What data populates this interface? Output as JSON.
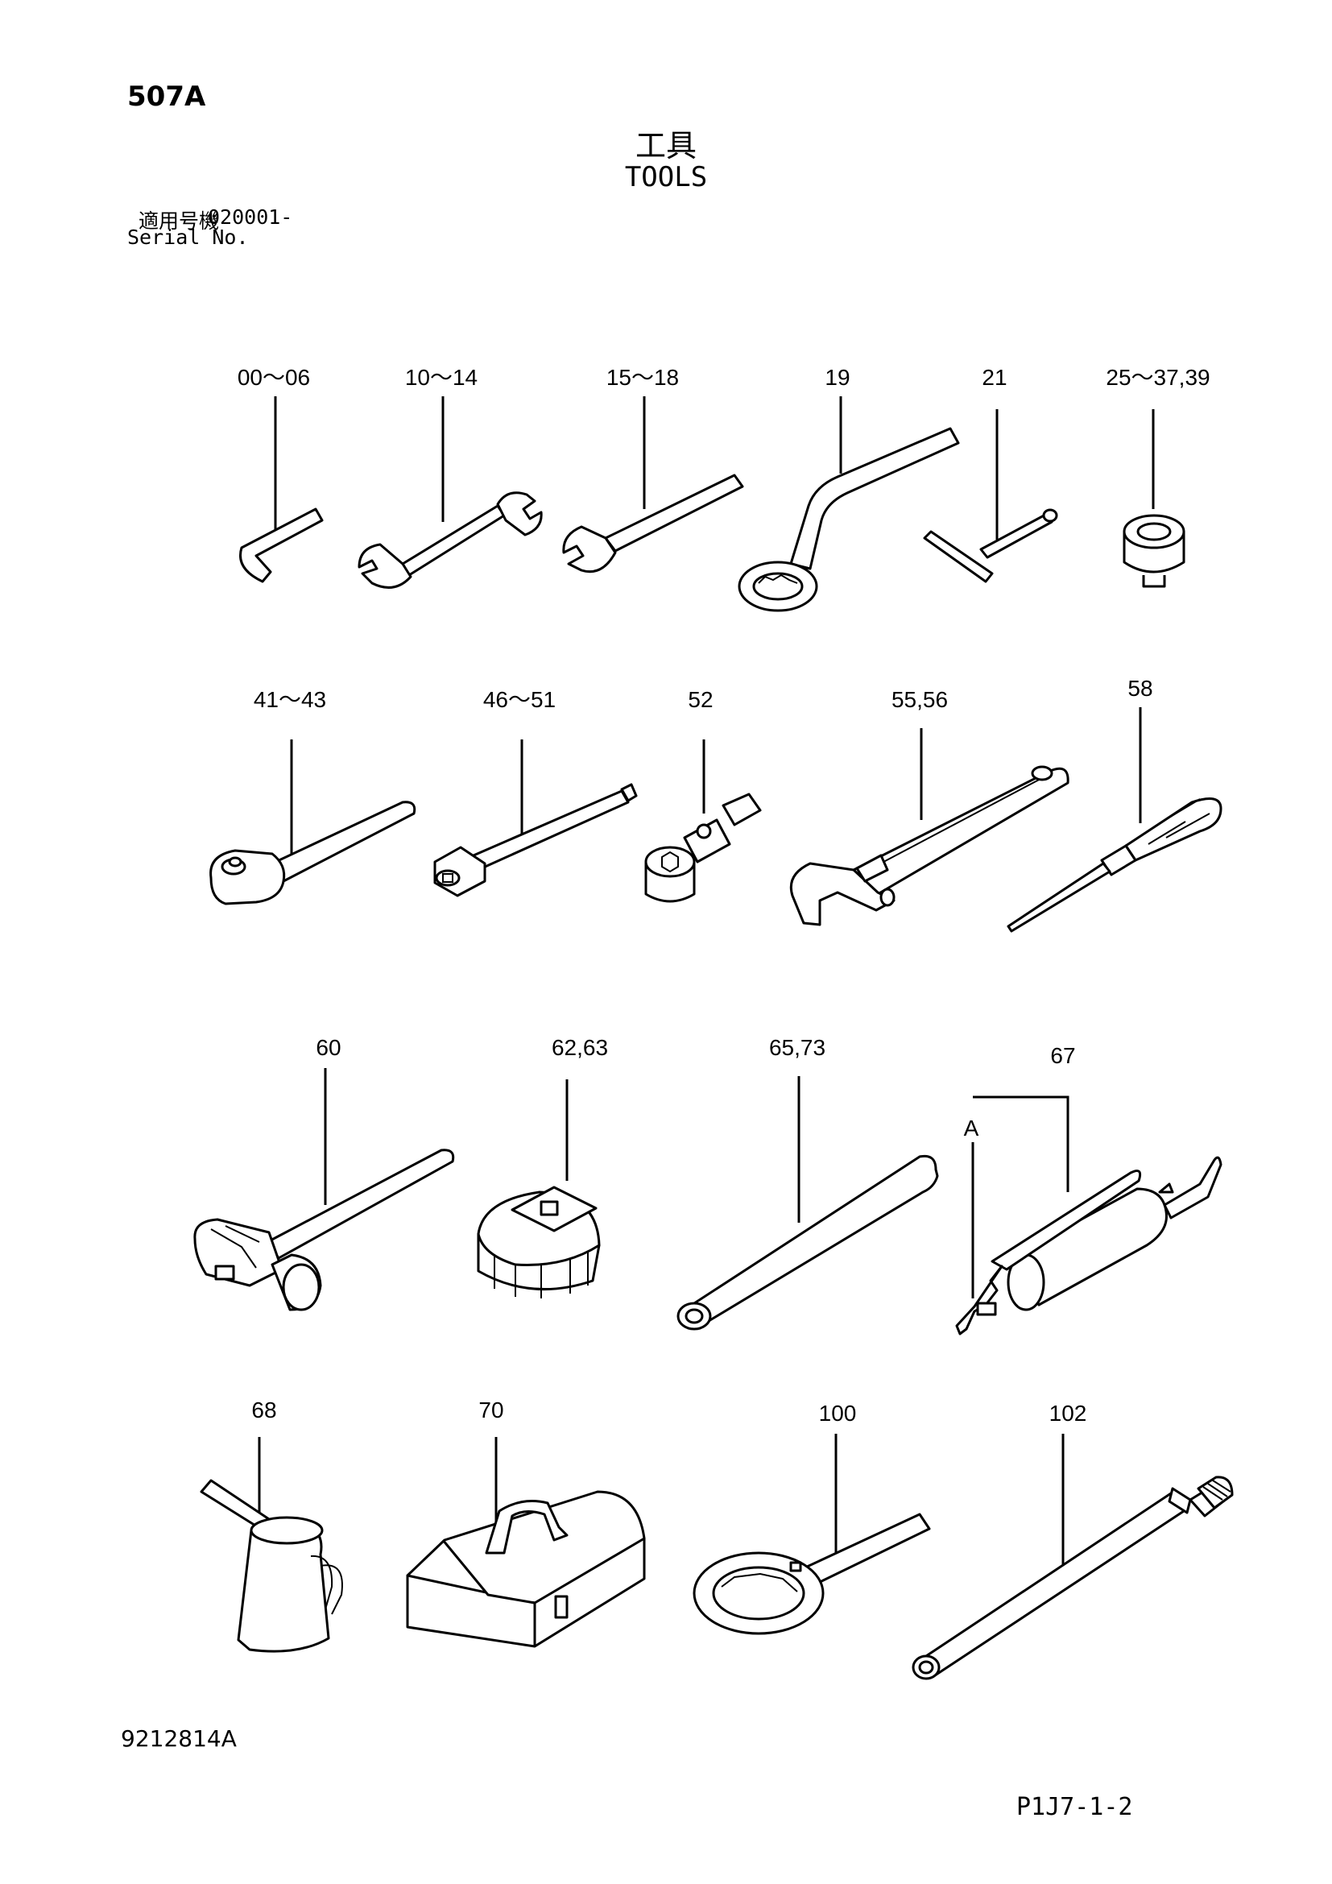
{
  "header": {
    "page_code": "507A",
    "title_jp": "工具",
    "title_en": "TOOLS",
    "serial_label_jp": "適用号機",
    "serial_value": "020001-",
    "serial_label_en": "Serial No."
  },
  "callouts": {
    "c00_06": "00～06",
    "c10_14": "10～14",
    "c15_18": "15～18",
    "c19": "19",
    "c21": "21",
    "c25_39": "25～37,39",
    "c41_43": "41～43",
    "c46_51": "46～51",
    "c52": "52",
    "c55_56": "55,56",
    "c58": "58",
    "c60": "60",
    "c62_63": "62,63",
    "c65_73": "65,73",
    "c67": "67",
    "cA": "A",
    "c68": "68",
    "c70": "70",
    "c100": "100",
    "c102": "102"
  },
  "footer": {
    "drawing_number": "9212814A",
    "page_reference": "P1J7-1-2"
  }
}
